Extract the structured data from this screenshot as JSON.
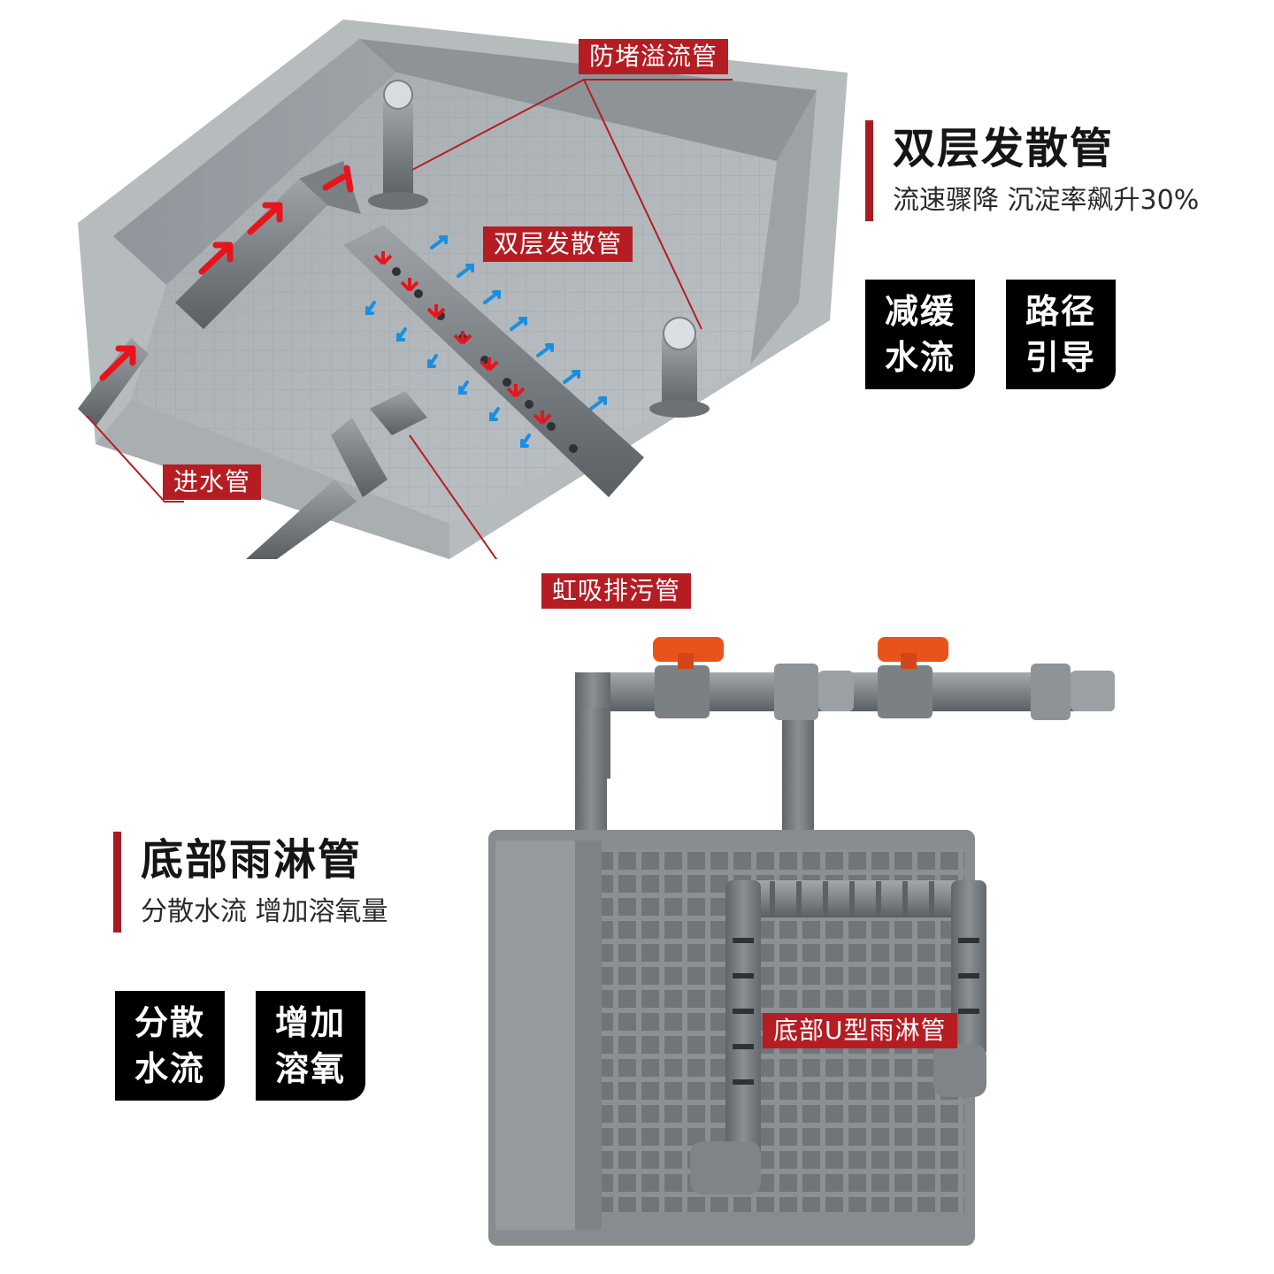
{
  "callouts": {
    "overflow_pipe": "防堵溢流管",
    "double_diffuser": "双层发散管",
    "inlet_pipe": "进水管",
    "siphon_drain": "虹吸排污管",
    "bottom_u_spray": "底部U型雨淋管"
  },
  "feature_top": {
    "title": "双层发散管",
    "subtitle": "流速骤降  沉淀率飙升30%",
    "badges": [
      {
        "line1": "减缓",
        "line2": "水流"
      },
      {
        "line1": "路径",
        "line2": "引导"
      }
    ]
  },
  "feature_bottom": {
    "title": "底部雨淋管",
    "subtitle": "分散水流  增加溶氧量",
    "badges": [
      {
        "line1": "分散",
        "line2": "水流"
      },
      {
        "line1": "增加",
        "line2": "溶氧"
      }
    ]
  },
  "colors": {
    "accent_red": "#b51d23",
    "badge_black": "#000000",
    "pvc_gray": "#7b8185",
    "flow_in": "#e8141b",
    "flow_out": "#1a8fe0"
  }
}
